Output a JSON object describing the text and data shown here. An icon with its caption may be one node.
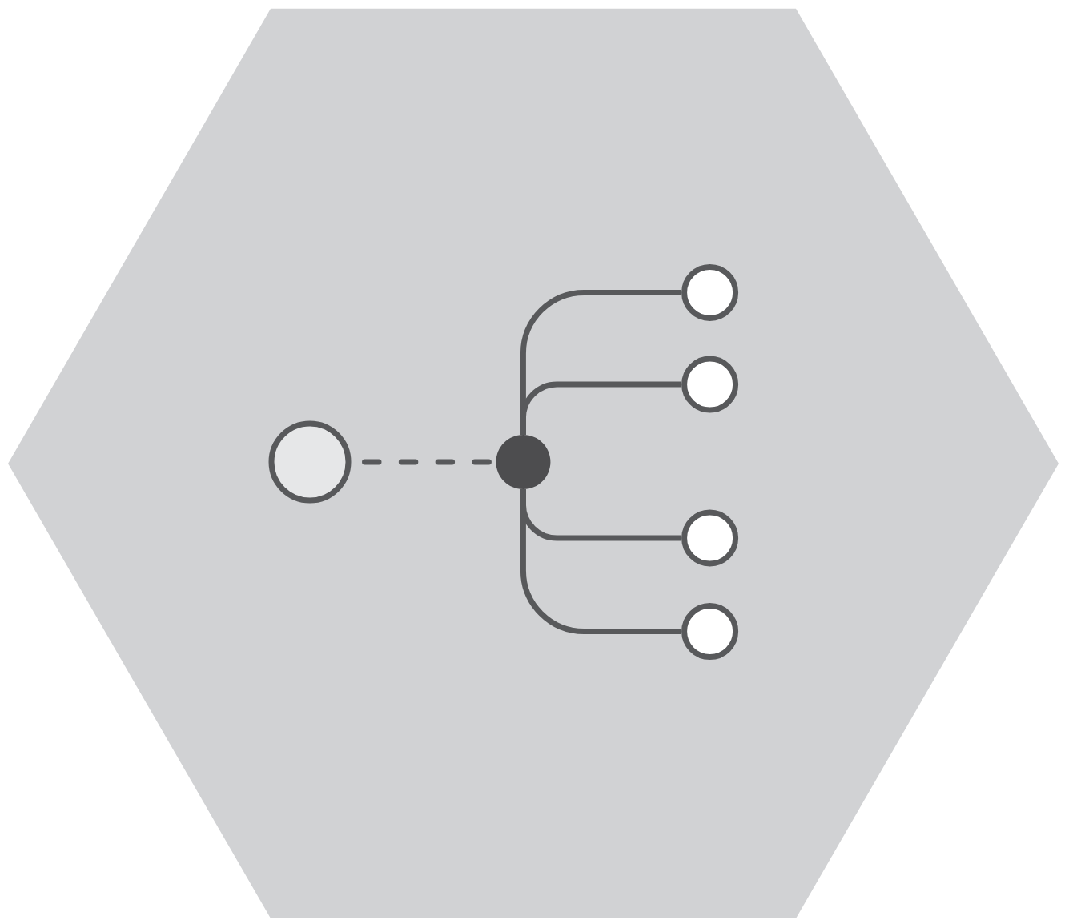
{
  "diagram": {
    "nodes": [
      {
        "text": [],
        "shape": "hexagon"
      },
      {
        "text": [],
        "shape": "circle",
        "in": 0
      },
      {
        "text": [],
        "shape": "dot",
        "in": 0
      },
      {
        "text": [],
        "shape": "circle",
        "in": 0
      },
      {
        "text": [],
        "shape": "circle",
        "in": 0
      },
      {
        "text": [],
        "shape": "circle",
        "in": 0
      },
      {
        "text": [],
        "shape": "circle",
        "in": 0
      }
    ],
    "edges": [
      {
        "from": 1,
        "to": 2,
        "arrow": "none",
        "style": "dashed"
      },
      {
        "from": 2,
        "to": 3,
        "arrow": "none"
      },
      {
        "from": 2,
        "to": 4,
        "arrow": "none"
      },
      {
        "from": 2,
        "to": 5,
        "arrow": "none"
      },
      {
        "from": 2,
        "to": 6,
        "arrow": "none"
      }
    ]
  }
}
